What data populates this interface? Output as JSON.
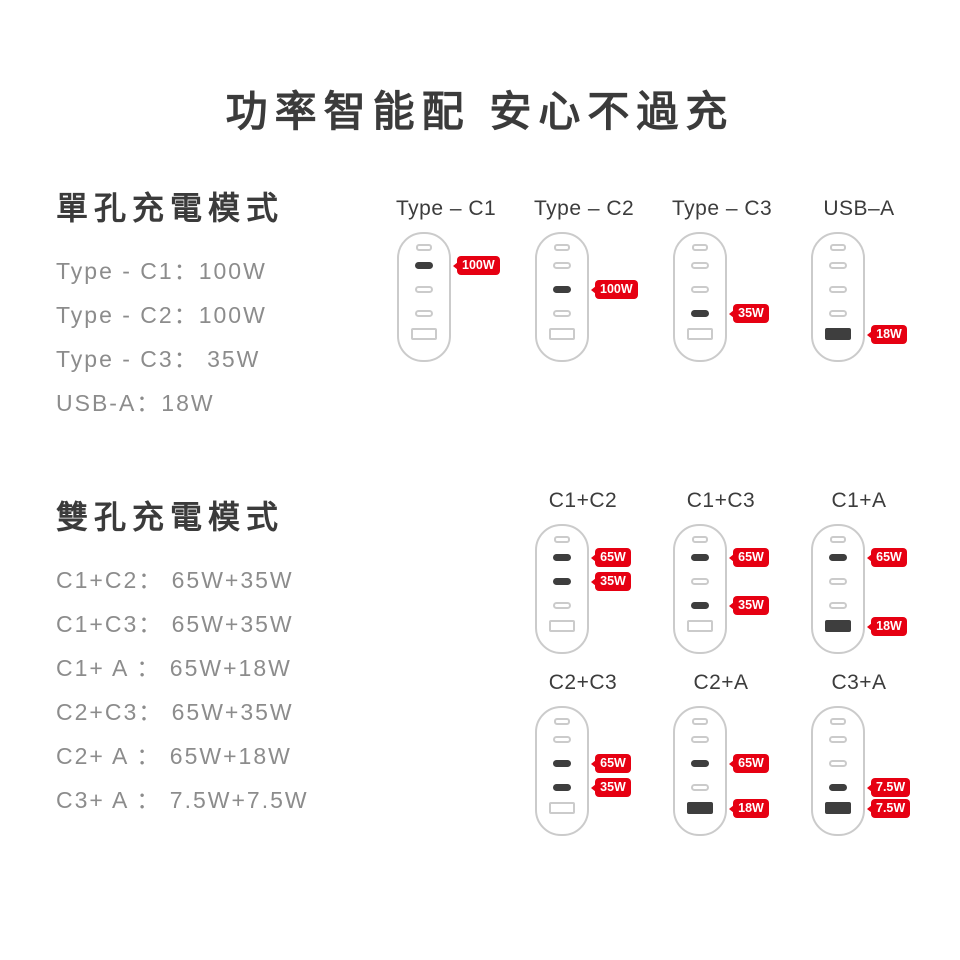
{
  "title": "功率智能配 安心不過充",
  "colors": {
    "badge": "#e60012",
    "port_active": "#3e3e3e",
    "outline": "#cbcbcb",
    "heading_text": "#3b3b3b",
    "body_text": "#8c8c8c"
  },
  "single": {
    "heading": "單孔充電模式",
    "items": [
      "Type - C1：100W",
      "Type - C2：100W",
      "Type - C3： 35W",
      "USB-A：18W"
    ],
    "chargers": [
      {
        "label": "Type – C1",
        "active": [
          0
        ],
        "badges": [
          {
            "port": 0,
            "text": "100W"
          }
        ]
      },
      {
        "label": "Type – C2",
        "active": [
          1
        ],
        "badges": [
          {
            "port": 1,
            "text": "100W"
          }
        ]
      },
      {
        "label": "Type – C3",
        "active": [
          2
        ],
        "badges": [
          {
            "port": 2,
            "text": "35W"
          }
        ]
      },
      {
        "label": "USB–A",
        "active": [
          3
        ],
        "badges": [
          {
            "port": 3,
            "text": "18W"
          }
        ]
      }
    ]
  },
  "dual": {
    "heading": "雙孔充電模式",
    "items": [
      "C1+C2： 65W+35W",
      "C1+C3： 65W+35W",
      "C1+ A ： 65W+18W",
      "C2+C3： 65W+35W",
      "C2+ A ： 65W+18W",
      "C3+ A ： 7.5W+7.5W"
    ],
    "chargers_row1": [
      {
        "label": "C1+C2",
        "active": [
          0,
          1
        ],
        "badges": [
          {
            "port": 0,
            "text": "65W"
          },
          {
            "port": 1,
            "text": "35W"
          }
        ]
      },
      {
        "label": "C1+C3",
        "active": [
          0,
          2
        ],
        "badges": [
          {
            "port": 0,
            "text": "65W"
          },
          {
            "port": 2,
            "text": "35W"
          }
        ]
      },
      {
        "label": "C1+A",
        "active": [
          0,
          3
        ],
        "badges": [
          {
            "port": 0,
            "text": "65W"
          },
          {
            "port": 3,
            "text": "18W"
          }
        ]
      }
    ],
    "chargers_row2": [
      {
        "label": "C2+C3",
        "active": [
          1,
          2
        ],
        "badges": [
          {
            "port": 1,
            "text": "65W"
          },
          {
            "port": 2,
            "text": "35W"
          }
        ]
      },
      {
        "label": "C2+A",
        "active": [
          1,
          3
        ],
        "badges": [
          {
            "port": 1,
            "text": "65W"
          },
          {
            "port": 3,
            "text": "18W"
          }
        ]
      },
      {
        "label": "C3+A",
        "active": [
          2,
          3
        ],
        "badges": [
          {
            "port": 2,
            "text": "7.5W"
          },
          {
            "port": 3,
            "text": "7.5W"
          }
        ]
      }
    ]
  }
}
